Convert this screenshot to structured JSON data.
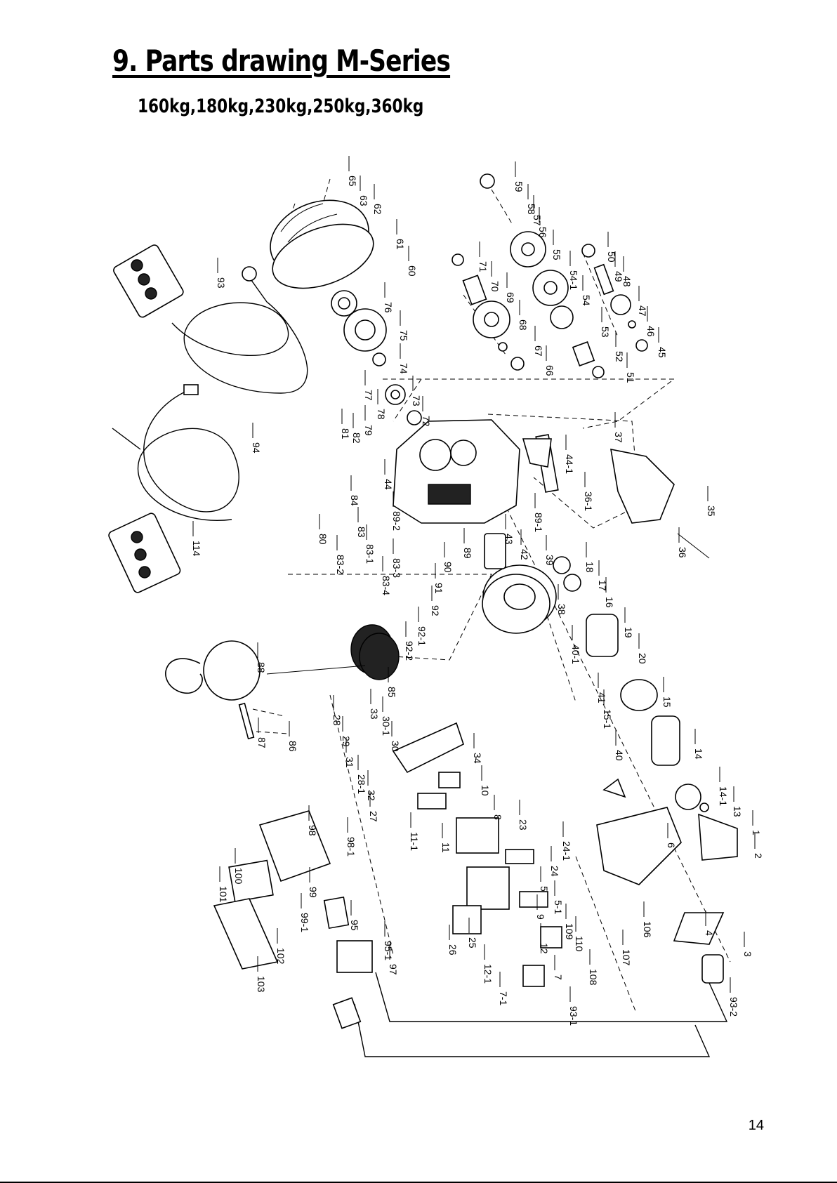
{
  "page": {
    "title": "9. Parts drawing M-Series",
    "subtitle": "160kg,180kg,230kg,250kg,360kg",
    "page_number": "14"
  },
  "part_labels": [
    "1",
    "2",
    "3",
    "4",
    "5",
    "5-1",
    "6",
    "7",
    "7-1",
    "8",
    "9",
    "10",
    "11",
    "11-1",
    "12",
    "12-1",
    "13",
    "14",
    "14-1",
    "15",
    "15-1",
    "16",
    "17",
    "18",
    "19",
    "20",
    "23",
    "24",
    "24-1",
    "25",
    "26",
    "27",
    "28",
    "28-1",
    "29",
    "30",
    "30-1",
    "31",
    "32",
    "33",
    "34",
    "35",
    "36",
    "36-1",
    "37",
    "38",
    "39",
    "40",
    "40-1",
    "41",
    "42",
    "43",
    "44",
    "44-1",
    "45",
    "46",
    "47",
    "48",
    "49",
    "50",
    "51",
    "52",
    "53",
    "54",
    "54-1",
    "55",
    "56",
    "57",
    "58",
    "59",
    "60",
    "61",
    "62",
    "63",
    "65",
    "66",
    "67",
    "68",
    "69",
    "70",
    "71",
    "72",
    "73",
    "74",
    "75",
    "76",
    "77",
    "78",
    "79",
    "80",
    "81",
    "82",
    "83",
    "83-1",
    "83-2",
    "83-3",
    "83-4",
    "84",
    "85",
    "86",
    "87",
    "88",
    "89",
    "89-1",
    "89-2",
    "90",
    "91",
    "92",
    "92-1",
    "92-2",
    "93",
    "93-1",
    "93-2",
    "94",
    "95",
    "95-1",
    "97",
    "98",
    "98-1",
    "99",
    "99-1",
    "100",
    "101",
    "102",
    "103",
    "106",
    "107",
    "108",
    "109",
    "110",
    "114"
  ]
}
